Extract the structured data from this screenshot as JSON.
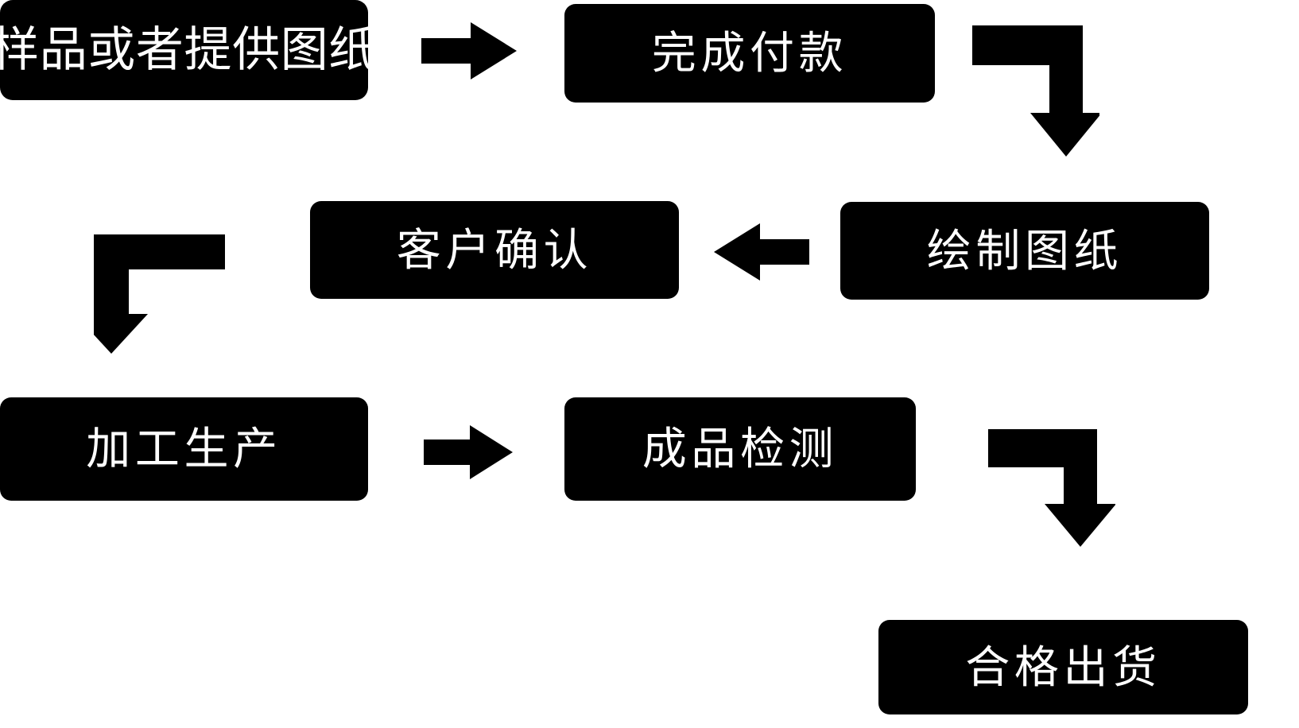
{
  "diagram": {
    "title": "",
    "background_color": "#ffffff",
    "node_fill_color": "#000000",
    "node_text_color": "#ffffff",
    "arrow_color": "#000000",
    "nodes": [
      {
        "id": "sample",
        "label": "样品或者提供图纸",
        "order": 1
      },
      {
        "id": "payment",
        "label": "完成付款",
        "order": 2
      },
      {
        "id": "draw",
        "label": "绘制图纸",
        "order": 3
      },
      {
        "id": "confirm",
        "label": "客户确认",
        "order": 4
      },
      {
        "id": "production",
        "label": "加工生产",
        "order": 5
      },
      {
        "id": "inspection",
        "label": "成品检测",
        "order": 6
      },
      {
        "id": "shipment",
        "label": "合格出货",
        "order": 7
      }
    ],
    "connectors": [
      {
        "id": "sample-to-payment",
        "from": "sample",
        "to": "payment",
        "shape": "straight-right",
        "icon": "arrow-right-icon"
      },
      {
        "id": "payment-to-draw",
        "from": "payment",
        "to": "draw",
        "shape": "elbow-right-down",
        "icon": "arrow-elbow-right-down-icon"
      },
      {
        "id": "draw-to-confirm",
        "from": "draw",
        "to": "confirm",
        "shape": "straight-left",
        "icon": "arrow-left-icon"
      },
      {
        "id": "confirm-to-production",
        "from": "confirm",
        "to": "production",
        "shape": "elbow-left-down",
        "icon": "arrow-elbow-left-down-icon"
      },
      {
        "id": "production-to-inspection",
        "from": "production",
        "to": "inspection",
        "shape": "straight-right",
        "icon": "arrow-right-icon"
      },
      {
        "id": "inspection-to-shipment",
        "from": "inspection",
        "to": "shipment",
        "shape": "elbow-right-down",
        "icon": "arrow-elbow-right-down-icon"
      }
    ]
  }
}
